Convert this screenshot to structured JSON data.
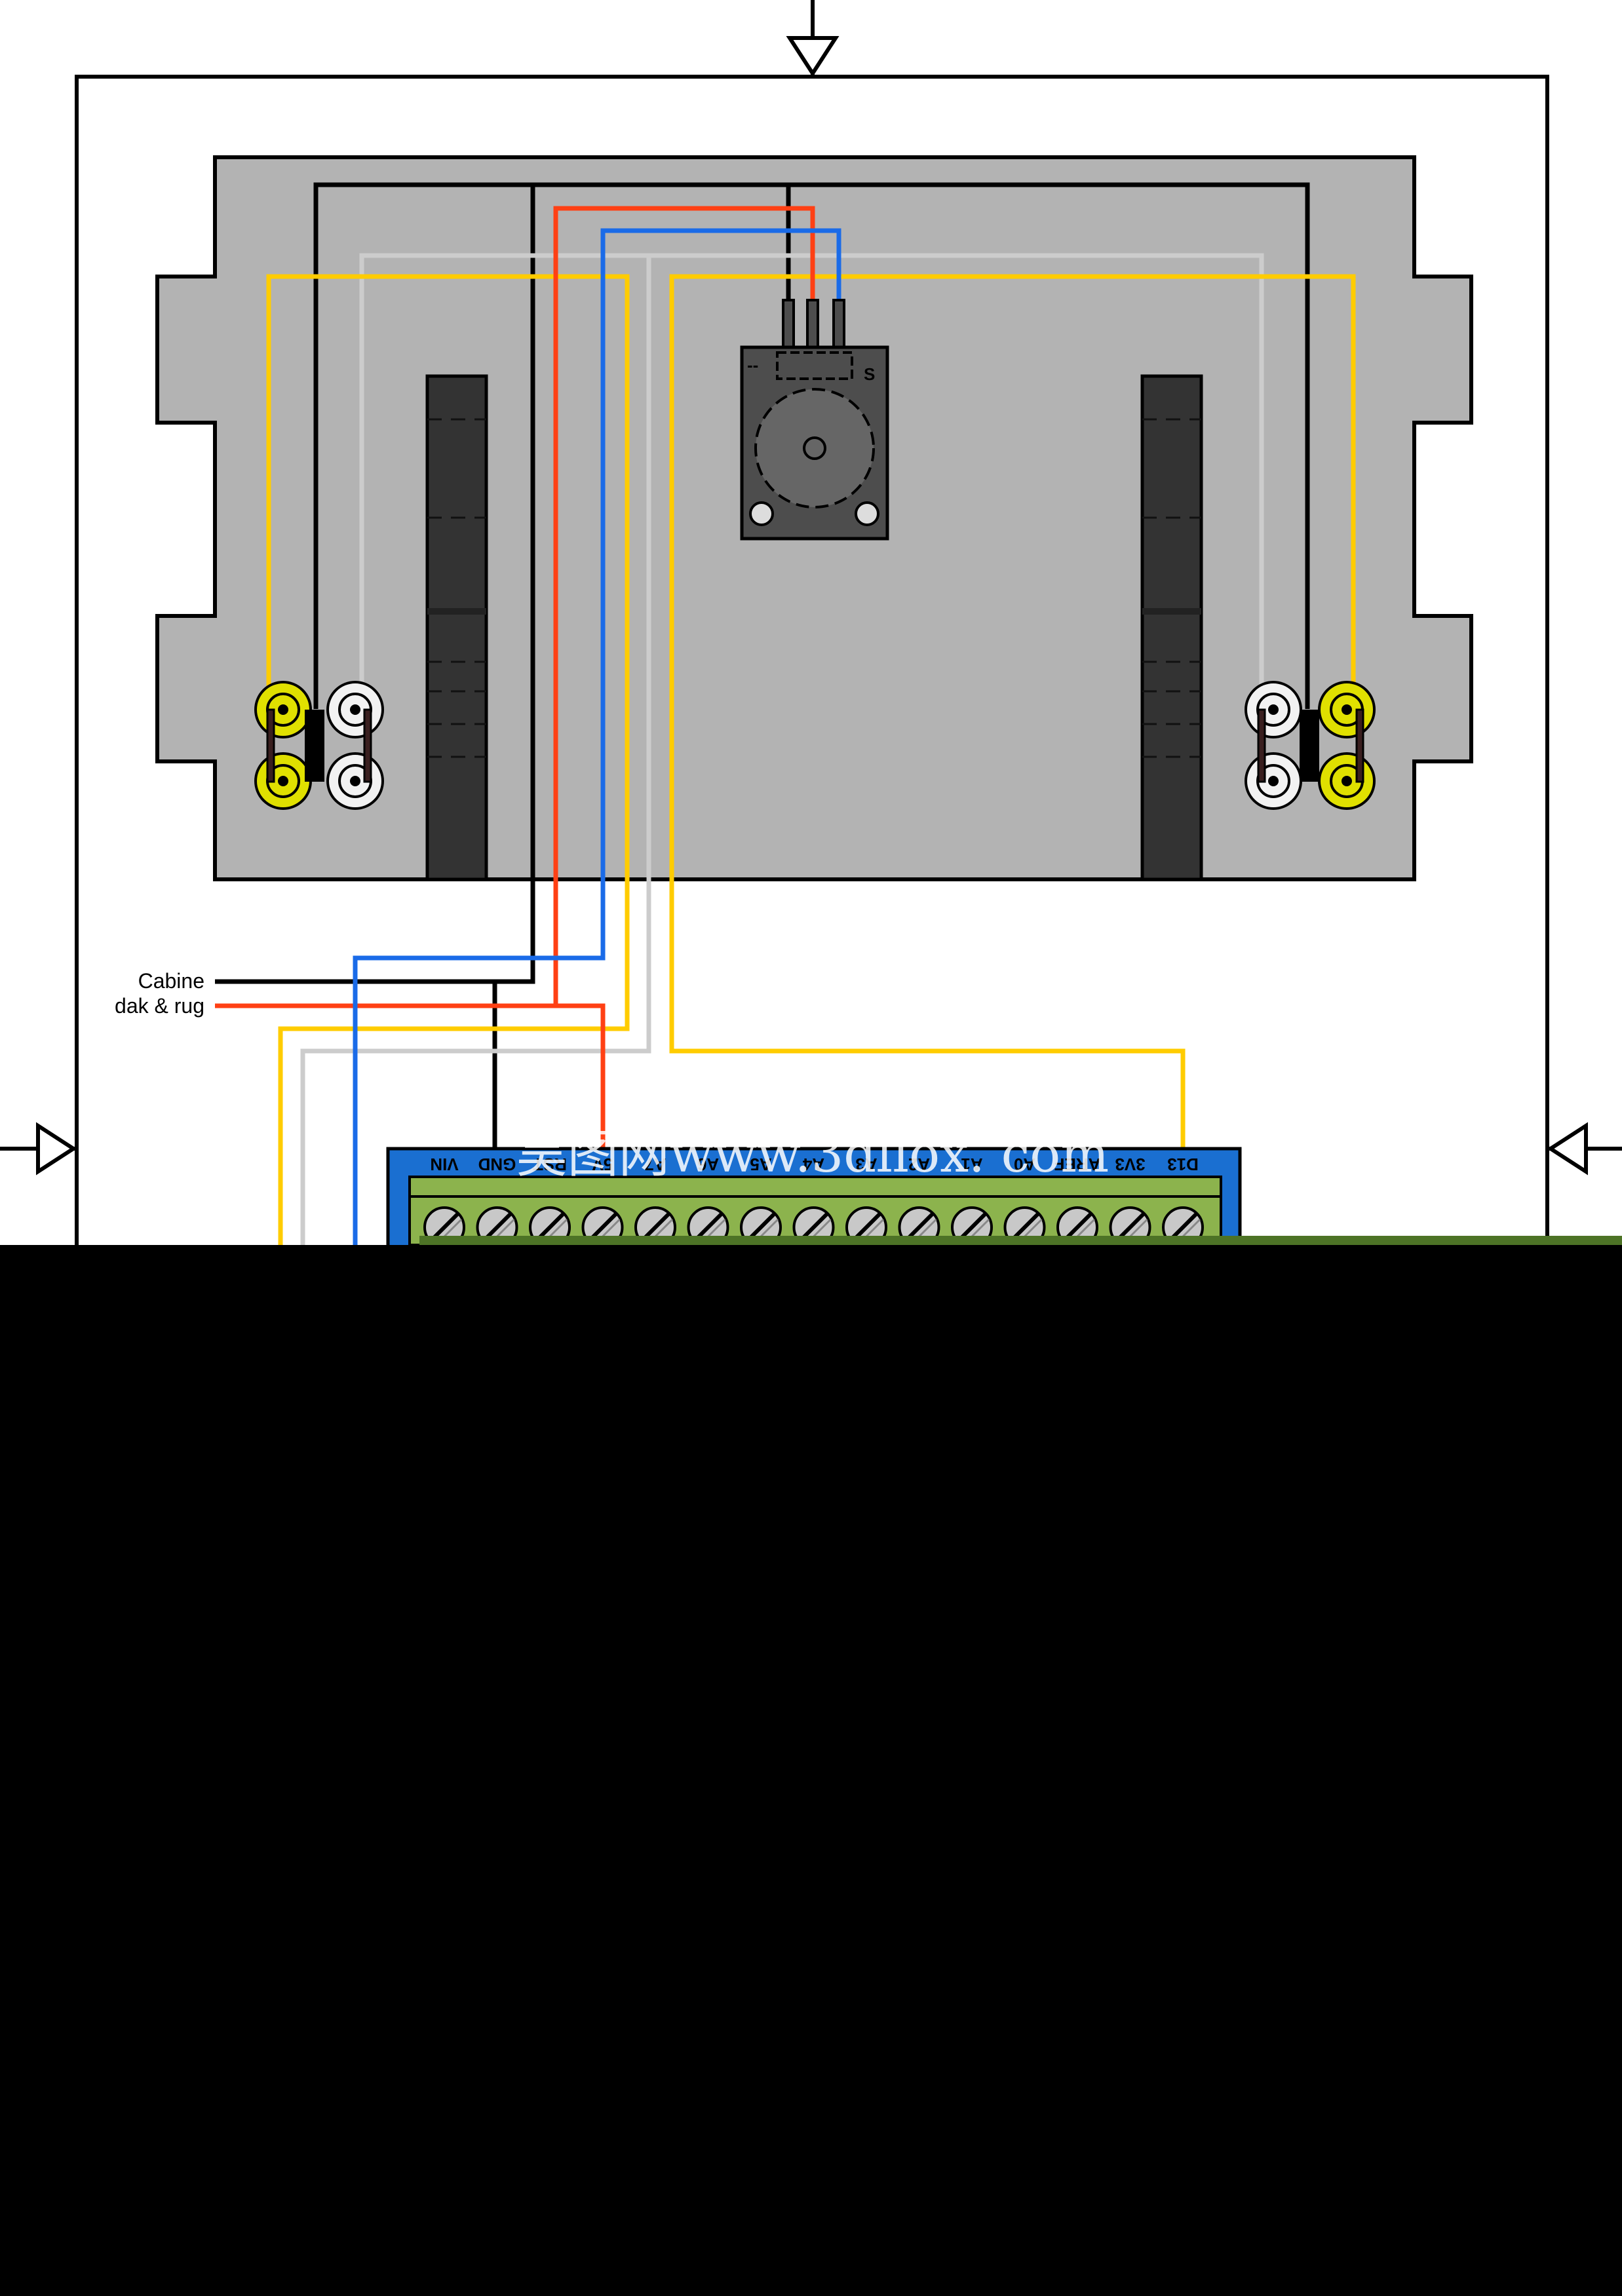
{
  "colors": {
    "background": "#000000",
    "panel": "#ffffff",
    "plate": "#b3b3b3",
    "slot": "#333333",
    "module": "#4d4d4d",
    "wire_black": "#000000",
    "wire_red": "#ff4014",
    "wire_blue": "#1a6be8",
    "wire_white": "#cccccc",
    "wire_yellow": "#ffcc00",
    "board_blue": "#1a6fd1",
    "terminal_green": "#8cb34d",
    "socket_yellow": "#e0e000",
    "socket_white": "#f2f2f2",
    "edge_green": "#4d7326"
  },
  "legend": {
    "cabin_label": "Cabine",
    "roof_label": "dak & rug"
  },
  "board": {
    "pins": [
      "VIN",
      "GND",
      "RST",
      "5V",
      "A7",
      "A6",
      "A5",
      "A4",
      "A3",
      "A2",
      "A1",
      "A0",
      "AREF",
      "3V3",
      "D13"
    ]
  },
  "watermark": {
    "text": "昊图网www.3dllox. com"
  },
  "icons": {
    "top_marker": "arrow-down-icon",
    "left_marker": "arrow-right-icon",
    "right_marker": "arrow-left-icon",
    "screw": "screw-terminal-icon",
    "socket": "rca-socket-icon"
  }
}
